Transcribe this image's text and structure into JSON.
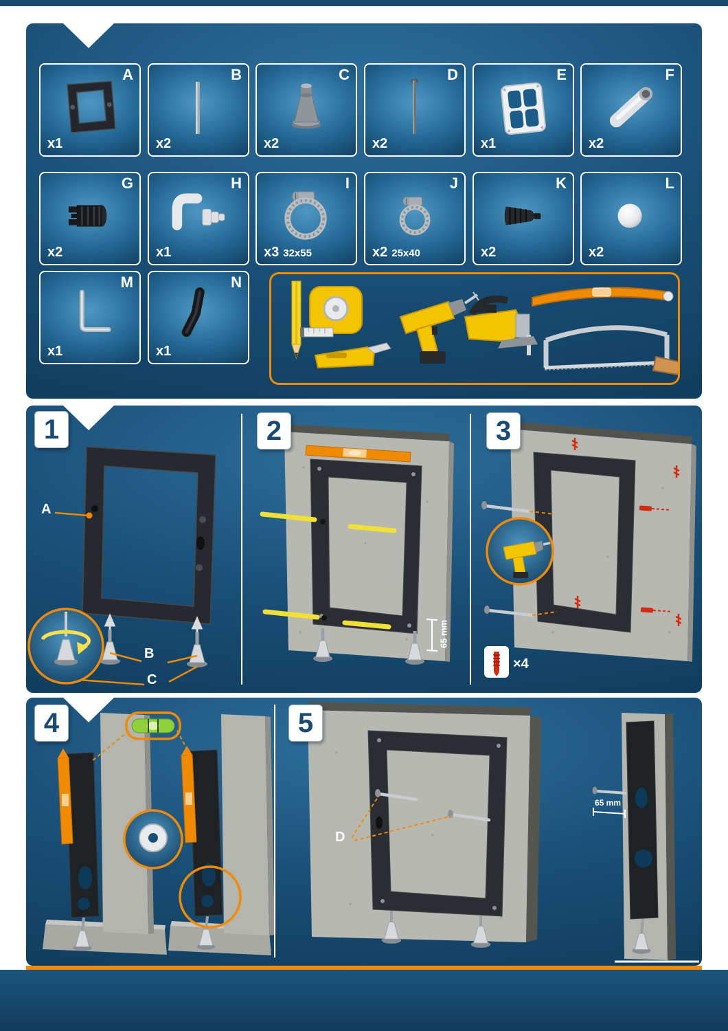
{
  "colors": {
    "navy_band": "#16486b",
    "panel_blue_dark": "#0e3a5a",
    "panel_blue_light": "#3f86b3",
    "accent_orange": "#f08a00",
    "tool_yellow": "#f5c400",
    "wall_gray": "#b7b8b2",
    "marker_yellow": "#f2e135",
    "warning_red": "#d42a10",
    "level_green": "#8fd13c"
  },
  "parts_panel": {
    "parts": [
      {
        "letter": "A",
        "qty": "x1",
        "icon": "mounting-frame"
      },
      {
        "letter": "B",
        "qty": "x2",
        "icon": "threaded-rod"
      },
      {
        "letter": "C",
        "qty": "x2",
        "icon": "cone-foot"
      },
      {
        "letter": "D",
        "qty": "x2",
        "icon": "metal-rod"
      },
      {
        "letter": "E",
        "qty": "x1",
        "icon": "gasket-plate"
      },
      {
        "letter": "F",
        "qty": "x2",
        "icon": "angled-pipe"
      },
      {
        "letter": "G",
        "qty": "x2",
        "icon": "slotted-adapter"
      },
      {
        "letter": "H",
        "qty": "x1",
        "icon": "elbow-connector"
      },
      {
        "letter": "I",
        "qty": "x3",
        "size": "32x55",
        "icon": "hose-clamp-large"
      },
      {
        "letter": "J",
        "qty": "x2",
        "size": "25x40",
        "icon": "hose-clamp-small"
      },
      {
        "letter": "K",
        "qty": "x2",
        "icon": "rubber-cone"
      },
      {
        "letter": "L",
        "qty": "x2",
        "icon": "cover-cap"
      },
      {
        "letter": "M",
        "qty": "x1",
        "icon": "l-rod"
      },
      {
        "letter": "N",
        "qty": "x1",
        "icon": "angled-strap"
      }
    ],
    "tools": [
      "pencil",
      "tape-measure",
      "utility-knife",
      "drill",
      "jigsaw",
      "spirit-level",
      "hacksaw"
    ]
  },
  "steps": {
    "step1": {
      "number": "1",
      "label_a": "A",
      "label_b": "B",
      "label_c": "C"
    },
    "step2": {
      "number": "2",
      "depth_label": "65 mm"
    },
    "step3": {
      "number": "3",
      "plug_count": "×4"
    },
    "step4": {
      "number": "4"
    },
    "step5": {
      "number": "5",
      "label_d": "D",
      "depth_label": "65 mm"
    }
  }
}
